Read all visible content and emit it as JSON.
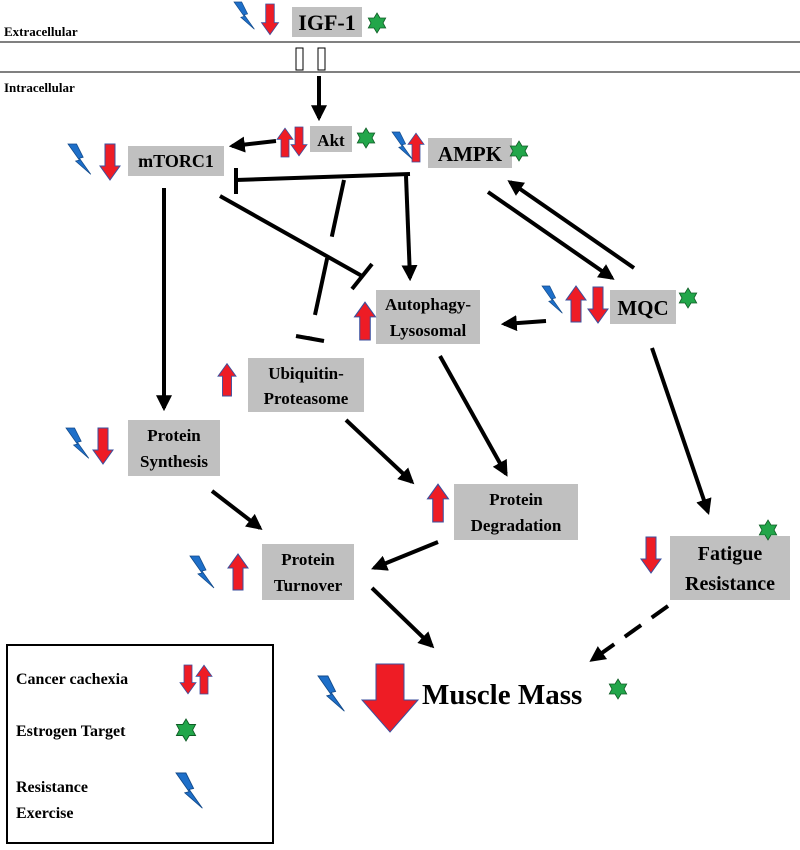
{
  "regions": {
    "extracellular": "Extracellular",
    "intracellular": "Intracellular"
  },
  "nodes": {
    "igf1": "IGF-1",
    "akt": "Akt",
    "ampk": "AMPK",
    "mtorc1": "mTORC1",
    "autophagy_line1": "Autophagy-",
    "autophagy_line2": "Lysosomal",
    "mqc": "MQC",
    "ubiquitin_line1": "Ubiquitin-",
    "ubiquitin_line2": "Proteasome",
    "synthesis_line1": "Protein",
    "synthesis_line2": "Synthesis",
    "degradation_line1": "Protein",
    "degradation_line2": "Degradation",
    "turnover_line1": "Protein",
    "turnover_line2": "Turnover",
    "fatigue_line1": "Fatigue",
    "fatigue_line2": "Resistance",
    "muscle_mass": "Muscle Mass"
  },
  "legend": {
    "cancer_cachexia": "Cancer cachexia",
    "estrogen_target": "Estrogen Target",
    "resistance_line1": "Resistance",
    "resistance_line2": "Exercise"
  },
  "colors": {
    "node_fill": "#c0c0c0",
    "cachexia_arrow": "#ee1c25",
    "arrow_outline": "#3b4f9e",
    "estrogen_star": "#22a64a",
    "exercise_bolt": "#1e6fc9"
  },
  "icons": {
    "cachexia": "red-arrow-icon",
    "estrogen": "green-star-icon",
    "exercise": "lightning-bolt-icon"
  }
}
